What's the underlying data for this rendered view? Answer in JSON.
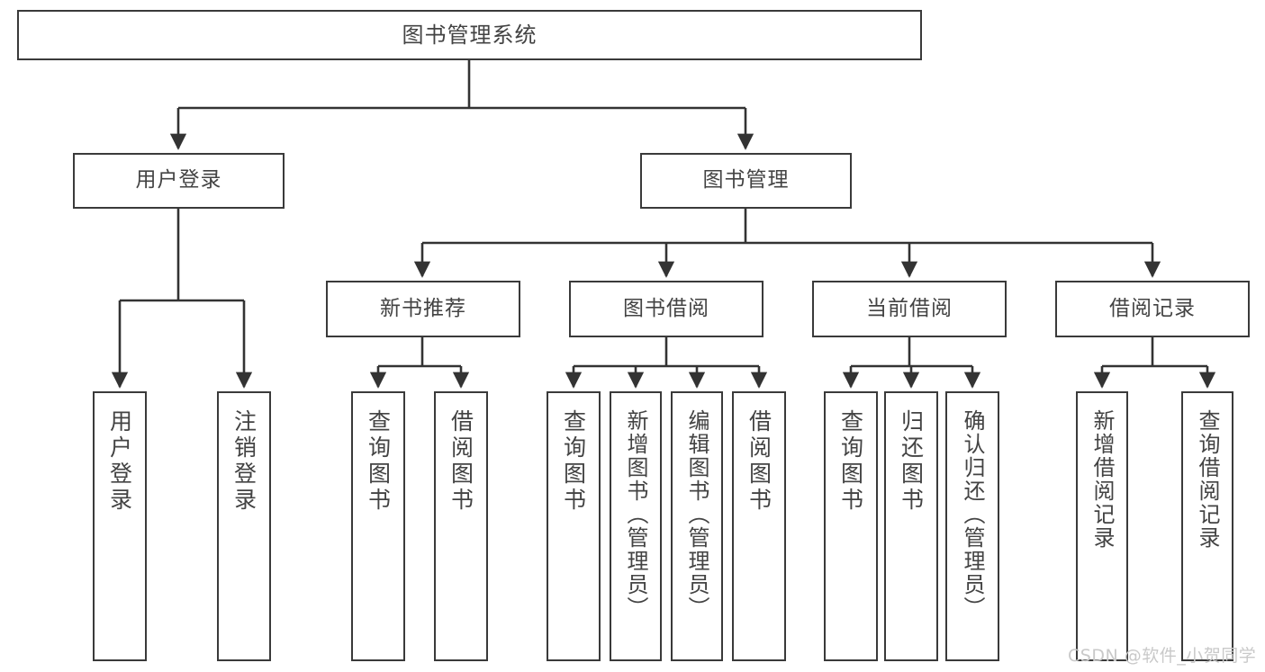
{
  "diagram": {
    "title": "图书管理系统",
    "type": "tree-hierarchy",
    "root": {
      "label": "图书管理系统"
    },
    "level2": [
      {
        "key": "user_login",
        "label": "用户登录"
      },
      {
        "key": "book_manage",
        "label": "图书管理"
      }
    ],
    "level3": [
      {
        "key": "new_book_rec",
        "label": "新书推荐"
      },
      {
        "key": "book_borrow",
        "label": "图书借阅"
      },
      {
        "key": "current_borrow",
        "label": "当前借阅"
      },
      {
        "key": "borrow_record",
        "label": "借阅记录"
      }
    ],
    "leaves": {
      "user_login": [
        {
          "label": "用户登录"
        },
        {
          "label": "注销登录"
        }
      ],
      "new_book_rec": [
        {
          "label": "查询图书"
        },
        {
          "label": "借阅图书"
        }
      ],
      "book_borrow": [
        {
          "label": "查询图书"
        },
        {
          "label": "新增图书（管理员）"
        },
        {
          "label": "编辑图书（管理员）"
        },
        {
          "label": "借阅图书"
        }
      ],
      "current_borrow": [
        {
          "label": "查询图书"
        },
        {
          "label": "归还图书"
        },
        {
          "label": "确认归还（管理员）"
        }
      ],
      "borrow_record": [
        {
          "label": "新增借阅记录"
        },
        {
          "label": "查询借阅记录"
        }
      ]
    },
    "colors": {
      "box_border": "#3a3a3a",
      "box_fill": "#ffffff",
      "text": "#434343",
      "connector": "#333333",
      "watermark": "#c9c9c9",
      "background": "#ffffff"
    }
  },
  "watermark": {
    "text": "CSDN @软件_小贺同学"
  }
}
